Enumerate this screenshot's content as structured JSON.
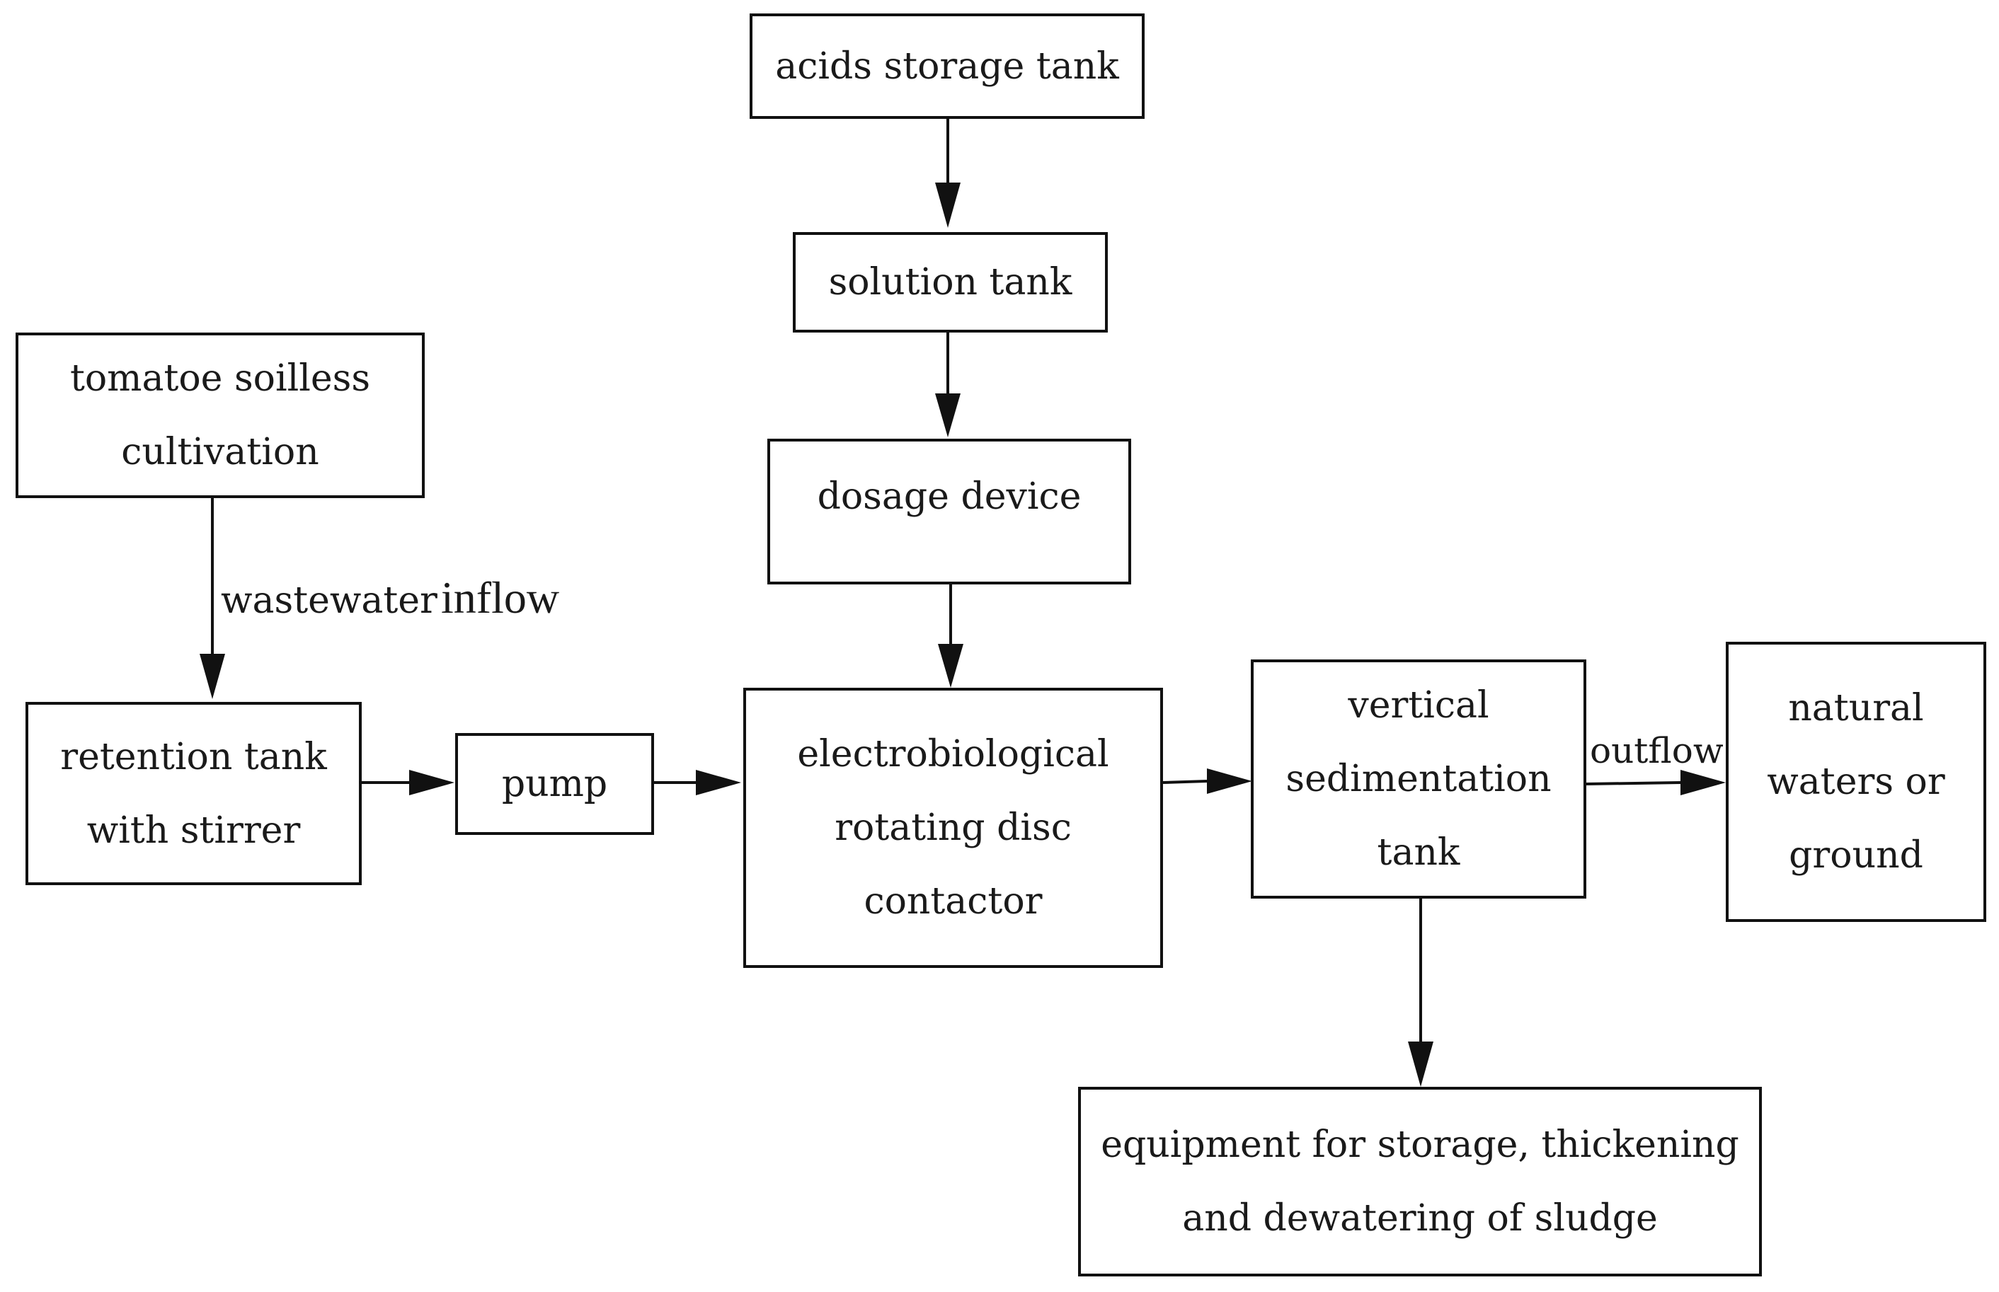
{
  "nodes": {
    "acids_storage_tank": [
      "acids storage tank"
    ],
    "solution_tank": [
      "solution tank"
    ],
    "dosage_device": [
      "dosage device"
    ],
    "tomatoe_soilless_cultivation": [
      "tomatoe soilless",
      "cultivation"
    ],
    "retention_tank": [
      "retention tank",
      "with stirrer"
    ],
    "pump": [
      "pump"
    ],
    "contactor": [
      "electrobiological",
      "rotating disc",
      "contactor"
    ],
    "sedimentation_tank": [
      "vertical",
      "sedimentation",
      "tank"
    ],
    "natural_waters": [
      "natural",
      "waters or",
      "ground"
    ],
    "sludge_equipment": [
      "equipment for storage, thickening",
      "and dewatering of sludge"
    ]
  },
  "edge_labels": {
    "wastewater": "wastewater",
    "inflow": "inflow",
    "outflow": "outflow"
  }
}
